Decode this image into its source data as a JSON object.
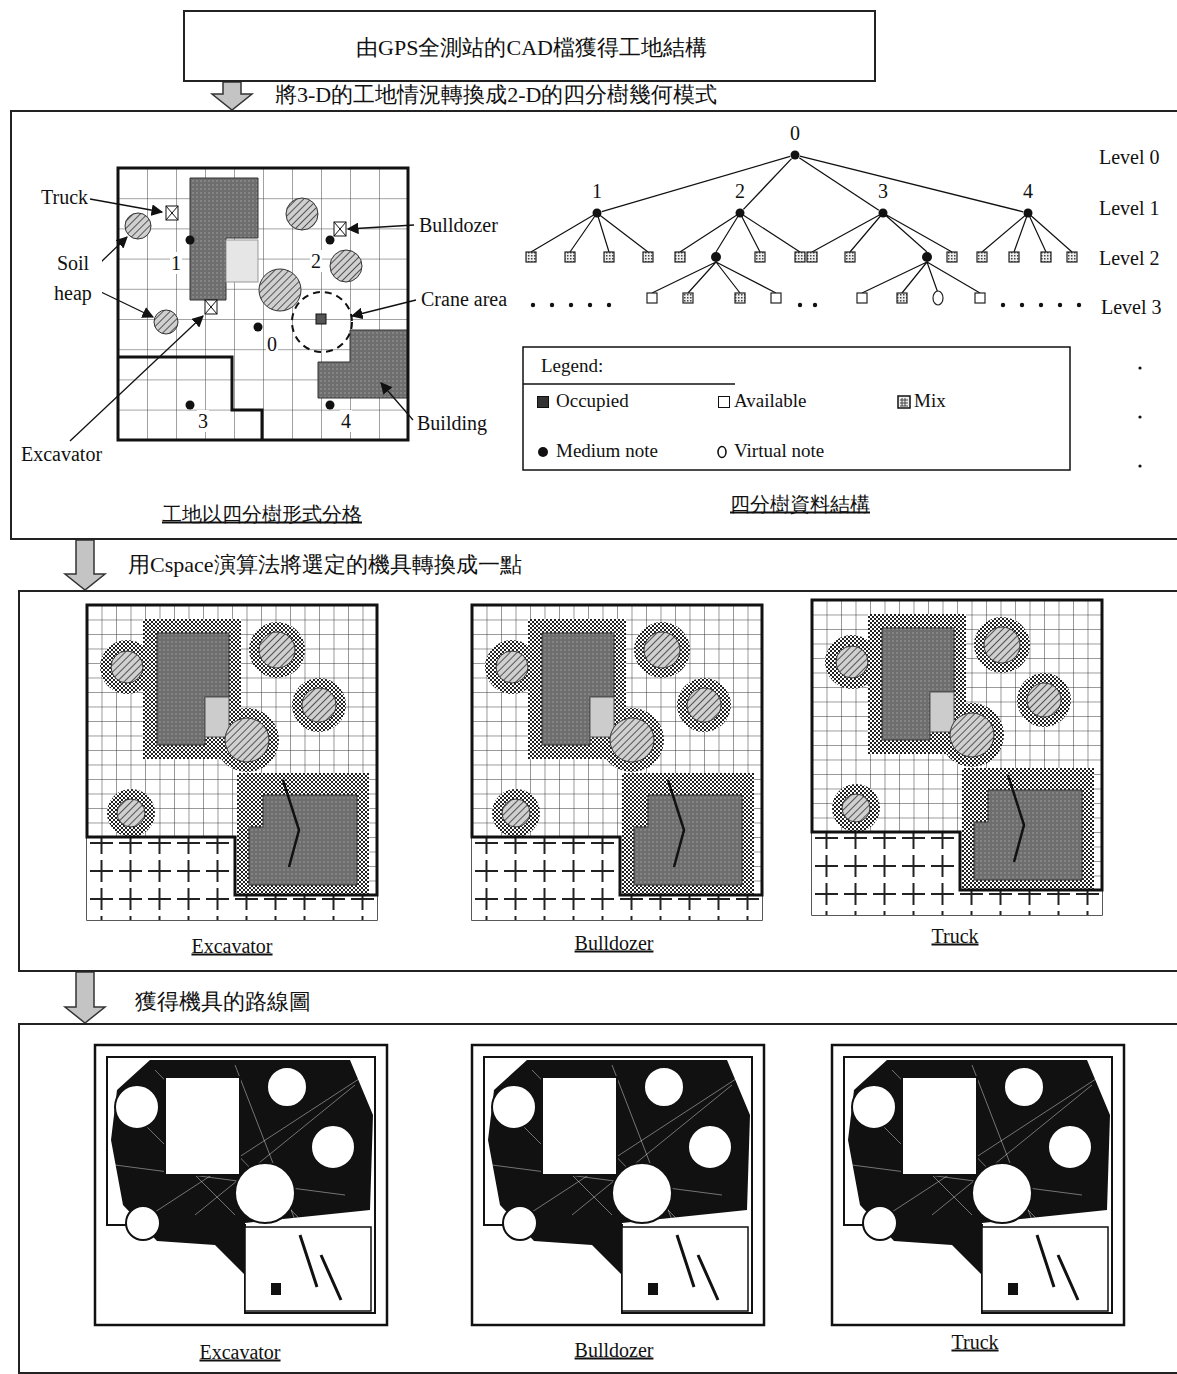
{
  "diagram": {
    "nodes": [
      {
        "text": [
          "由GPS全測站的CAD檔獲得工地結構"
        ]
      },
      {
        "text": [
          "工地以四分樹形式分格",
          "四分樹資料結構"
        ]
      },
      {
        "text": [
          "0"
        ],
        "in": 1
      },
      {
        "text": [
          "1"
        ],
        "in": 1
      },
      {
        "text": [
          "2"
        ],
        "in": 1
      },
      {
        "text": [
          "3"
        ],
        "in": 1
      },
      {
        "text": [
          "4"
        ],
        "in": 1
      },
      {
        "text": [
          "Excavator",
          "Bulldozer",
          "Truck"
        ]
      },
      {
        "text": [
          "Excavator",
          "Bulldozer",
          "Truck"
        ]
      }
    ],
    "edges": [
      {
        "from": 0,
        "to": 1,
        "arrow": "to",
        "label": "將3-D的工地情況轉換成2-D的四分樹幾何模式"
      },
      {
        "from": 1,
        "to": 7,
        "arrow": "to",
        "label": "用Cspace演算法將選定的機具轉換成一點"
      },
      {
        "from": 7,
        "to": 8,
        "arrow": "to",
        "label": "獲得機具的路線圖"
      },
      {
        "from": 2,
        "to": 3,
        "arrow": "none"
      },
      {
        "from": 2,
        "to": 4,
        "arrow": "none"
      },
      {
        "from": 2,
        "to": 5,
        "arrow": "none"
      },
      {
        "from": 2,
        "to": 6,
        "arrow": "none"
      }
    ],
    "labels": [
      "Truck",
      "Soil heap",
      "Bulldozer",
      "Crane area",
      "Excavator",
      "Building",
      "1",
      "2",
      "0",
      "3",
      "4",
      "Level 0",
      "Level 1",
      "Level 2",
      "Level 3",
      "Legend:"
    ],
    "legend": [
      {
        "text": "Occupied",
        "color": "#333333"
      },
      {
        "text": "Available",
        "color": "#ffffff"
      },
      {
        "text": "Mix"
      },
      {
        "text": "Medium note"
      },
      {
        "text": "Virtual note"
      }
    ]
  }
}
